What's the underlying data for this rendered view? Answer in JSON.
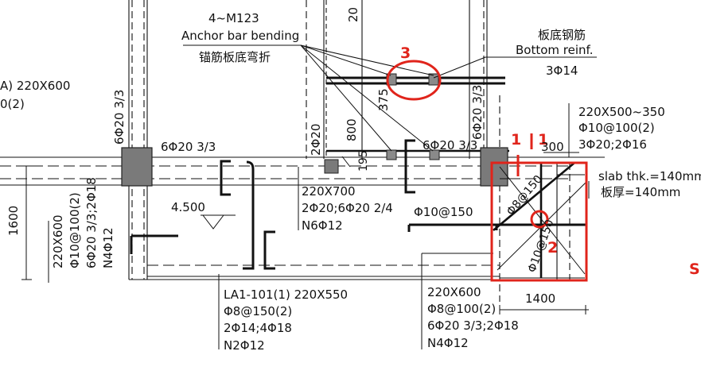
{
  "anchor_note": {
    "count": "4~M123",
    "en": "Anchor bar bending",
    "cn": "锚筋板底弯折"
  },
  "bottom_reinf": {
    "cn": "板底钢筋",
    "en": "Bottom reinf.",
    "bars": "3Φ14"
  },
  "top_left_partial": {
    "line1": "A) 220X600",
    "line2": "0(2)"
  },
  "top_cut_number": "20",
  "col_left_rebar": "6Φ20 3/3",
  "beam_left_rebar": "6Φ20 3/3",
  "vert_2phi20": "2Φ20",
  "dim_800": "800",
  "dim_375": "375",
  "dim_195": "195",
  "center_top_rebar": "6Φ20 3/3",
  "right_vert_rebar": "6Φ20 3/3",
  "right_beam": {
    "line1": "220X500~350",
    "line2": "Φ10@100(2)",
    "line3": "3Φ20;2Φ16"
  },
  "dim_300": "300",
  "slab": {
    "en": "slab thk.=140mm",
    "cn": "板厚=140mm"
  },
  "beam_mid": {
    "line1": "220X700",
    "line2": "2Φ20;6Φ20 2/4",
    "line3": "N6Φ12"
  },
  "elevation": "4.500",
  "phi10_150": "Φ10@150",
  "diag_phi8": "Φ8@150",
  "diag_phi10": "Φ10@150",
  "dim_1600": "1600",
  "left_vert_beam": [
    "220X600",
    "Φ10@100(2)",
    "6Φ20 3/3;2Φ18",
    "N4Φ12"
  ],
  "beam_la1": [
    "LA1-101(1) 220X550",
    "Φ8@150(2)",
    "2Φ14;4Φ18",
    "N2Φ12"
  ],
  "beam_bottom_right": [
    "220X600",
    "Φ8@100(2)",
    "6Φ20 3/3;2Φ18",
    "N4Φ12"
  ],
  "dim_1400": "1400",
  "markers": [
    "1",
    "2",
    "3"
  ],
  "colors": {
    "highlight": "#e0241b",
    "line": "#111111",
    "column_fill": "#7a7a7a"
  }
}
